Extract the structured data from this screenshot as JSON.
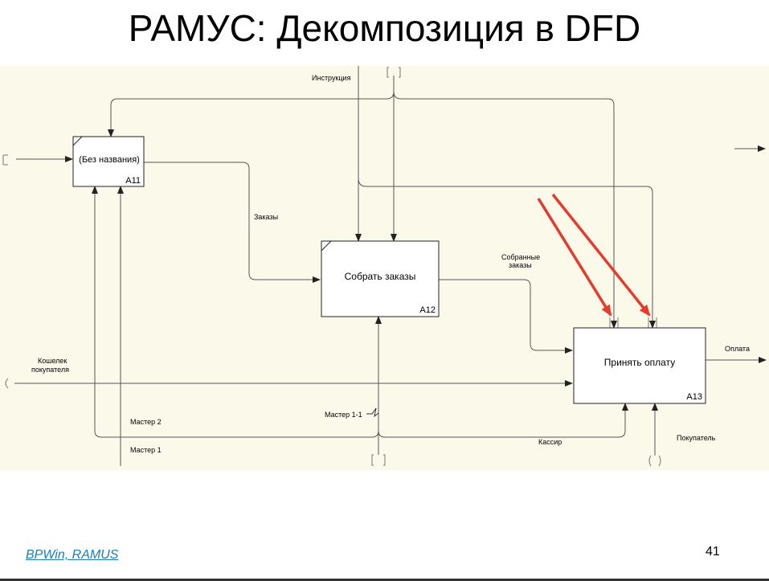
{
  "slide": {
    "title": "РАМУС: Декомпозиция в DFD",
    "footer_link": "BPWin, RAMUS",
    "page_number": "41"
  },
  "diagram": {
    "background_color": "#fbf9ea",
    "line_color": "#555555",
    "highlight_color": "#e53a2c",
    "boxes": {
      "a11": {
        "label": "(Без названия)",
        "id": "A11"
      },
      "a12": {
        "label": "Собрать заказы",
        "id": "A12"
      },
      "a13": {
        "label": "Принять оплату",
        "id": "A13"
      }
    },
    "arrows": {
      "instruction": "Инструкция",
      "orders": "Заказы",
      "collected_orders_1": "Собранные",
      "collected_orders_2": "заказы",
      "wallet_1": "Кошелек",
      "wallet_2": "покупателя",
      "payment": "Оплата",
      "master2": "Мастер 2",
      "master1": "Мастер 1",
      "master1_1": "Мастер 1-1",
      "cashier": "Кассир",
      "buyer": "Покупатель"
    }
  }
}
